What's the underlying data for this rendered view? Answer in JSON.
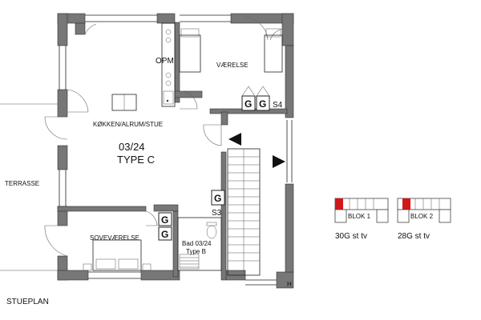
{
  "rooms": {
    "vaerelse": "VÆRELSE",
    "opm": "OPM",
    "s4": "S4",
    "kitchen": "KØKKEN/ALRUM/STUE",
    "unit_number": "03/24",
    "unit_type": "TYPE C",
    "s3": "S3",
    "sovevaerelse": "SOVEVÆRELSE",
    "bath_line1": "Bad 03/24",
    "bath_line2": "Type B",
    "terrasse": "TERRASSE",
    "hall_mark": "H"
  },
  "floor_label": "STUEPLAN",
  "storage_glyph": "G",
  "keymaps": [
    {
      "block": "BLOK 1",
      "unit": "30G st tv"
    },
    {
      "block": "BLOK 2",
      "unit": "28G st tv"
    }
  ],
  "colors": {
    "wall": "#777777",
    "highlight": "#d01818"
  }
}
